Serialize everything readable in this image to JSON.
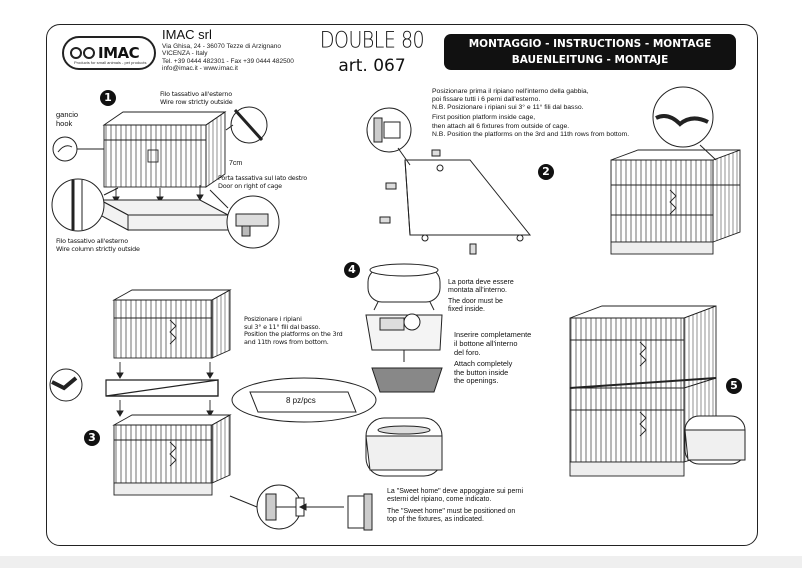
{
  "header": {
    "logo_word": "IMAC",
    "logo_tagline": "Products for small animals - pet products",
    "company_name": "IMAC srl",
    "address_line1": "Via Ghisa, 24 - 36070 Tezze di Arzignano",
    "address_line2": "VICENZA - Italy",
    "phone_line": "Tel. +39 0444 482301 - Fax +39 0444 482500",
    "web_line": "info@imac.it - www.imac.it",
    "product_name": "DOUBLE 80",
    "article": "art. 067",
    "title_line1": "MONTAGGIO - INSTRUCTIONS - MONTAGE",
    "title_line2": "BAUENLEITUNG - MONTAJE"
  },
  "step1": {
    "number": "1",
    "wire_row_it": "Filo tassativo all'esterno",
    "wire_row_en": "Wire row strictly outside",
    "hook_it": "gancio",
    "hook_en": "hook",
    "measure": "7cm",
    "door_it": "Porta tassativa sul lato destro",
    "door_en": "Door on right of cage",
    "wire_col_it": "Filo tassativo all'esterno",
    "wire_col_en": "Wire column strictly outside"
  },
  "step2": {
    "number": "2",
    "it_line1": "Posizionare prima il ripiano nell'interno della gabbia,",
    "it_line2": "poi fissare tutti i 6 perni dall'esterno.",
    "it_line3": "N.B.  Posizionare i ripiani sui 3° e 11° fili dal basso.",
    "en_line1": "First position platform inside cage,",
    "en_line2": "then attach all 6 fixtures from outside of cage.",
    "en_line3": "N.B.  Position the platforms on the 3rd and 11th rows from bottom."
  },
  "step3": {
    "number": "3",
    "it_line1": "Posizionare i ripiani",
    "it_line2": "sul 3° e 11° fili dal basso.",
    "en_line1": "Position the platforms on the 3rd",
    "en_line2": "and 11th rows from bottom.",
    "qty": "8 pz/pcs"
  },
  "step4": {
    "number": "4",
    "door_it1": "La porta deve essere",
    "door_it2": "montata all'interno.",
    "door_en1": "The door must be",
    "door_en2": "fixed inside.",
    "button_it1": "Inserire completamente",
    "button_it2": "il bottone all'interno",
    "button_it3": "del foro.",
    "button_en1": "Attach completely",
    "button_en2": "the button inside",
    "button_en3": "the openings."
  },
  "step5": {
    "number": "5"
  },
  "sweet_home": {
    "it_line1": "La \"Sweet home\" deve appoggiare sui perni",
    "it_line2": "esterni del ripiano, come indicato.",
    "en_line1": "The \"Sweet home\" must be positioned on",
    "en_line2": "top of the fixtures, as indicated."
  },
  "colors": {
    "ink": "#111111",
    "title_bg": "#111111",
    "tray": "#dcdcdc"
  }
}
